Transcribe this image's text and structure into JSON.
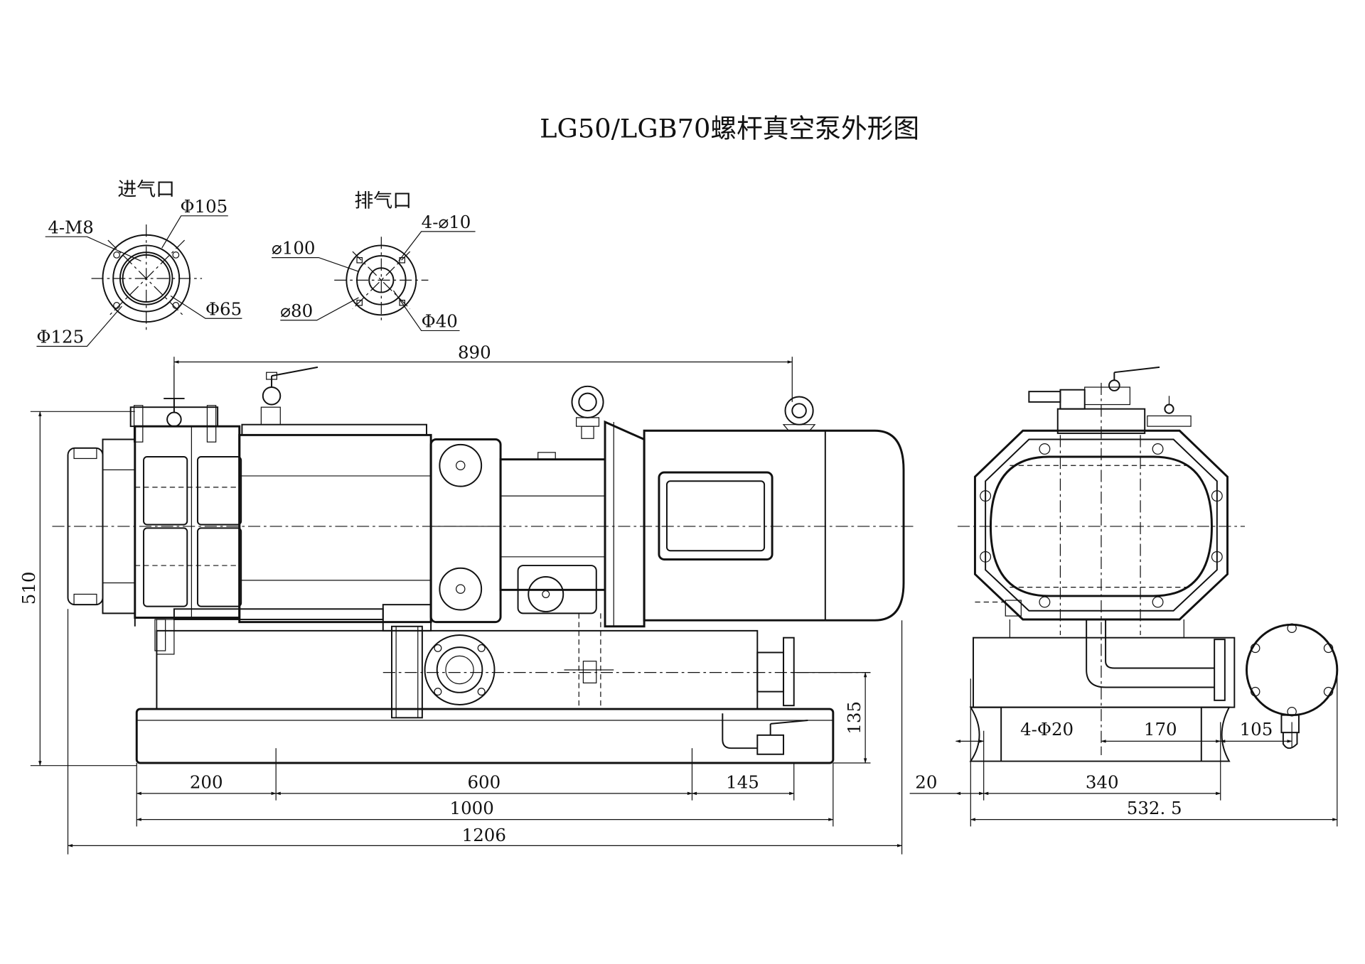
{
  "title": "LG50/LGB70螺杆真空泵外形图",
  "inlet": {
    "label": "进气口",
    "thread": "4-M8",
    "d_bolt": "Φ105",
    "d_outer": "Φ125",
    "d_inner": "Φ65"
  },
  "outlet": {
    "label": "排气口",
    "holes": "4-⌀10",
    "d_bolt": "⌀100",
    "d_mid": "⌀80",
    "d_inner": "Φ40"
  },
  "side_view": {
    "dim_890": "890",
    "dim_510": "510",
    "dim_135": "135",
    "dim_200": "200",
    "dim_600": "600",
    "dim_145": "145",
    "dim_1000": "1000",
    "dim_1206": "1206"
  },
  "end_view": {
    "holes": "4-Φ20",
    "dim_170": "170",
    "dim_105": "105",
    "dim_20": "20",
    "dim_340": "340",
    "dim_532": "532. 5"
  }
}
